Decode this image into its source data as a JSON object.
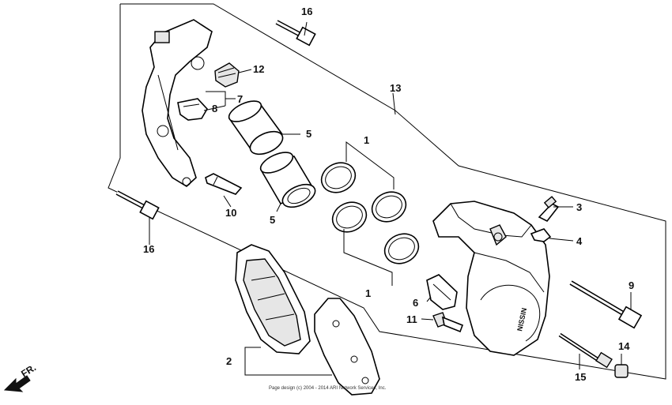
{
  "callouts": {
    "c16_top": "16",
    "c12": "12",
    "c7": "7",
    "c8": "8",
    "c5_top": "5",
    "c13": "13",
    "c1_top": "1",
    "c10": "10",
    "c5_bottom": "5",
    "c16_bottom": "16",
    "c3": "3",
    "c4": "4",
    "c1_bottom": "1",
    "c9": "9",
    "c6": "6",
    "c11": "11",
    "c2": "2",
    "c14": "14",
    "c15": "15"
  },
  "direction_label": "FR.",
  "caliper_brand": "NISSIN",
  "copyright": "Page design (c) 2004 - 2014 ARI Network Services, Inc."
}
